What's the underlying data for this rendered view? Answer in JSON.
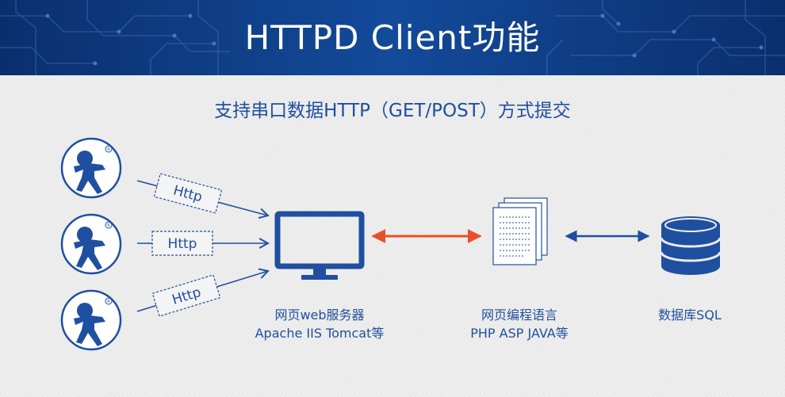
{
  "header": {
    "title": "HTTPD Client功能"
  },
  "subtitle": "支持串口数据HTTP（GET/POST）方式提交",
  "clients": [
    {
      "tag_label": "Http"
    },
    {
      "tag_label": "Http"
    },
    {
      "tag_label": "Http"
    }
  ],
  "client_icon": "registered-mark-person-icon",
  "nodes": {
    "web_server": {
      "line1": "网页web服务器",
      "line2": "Apache IIS Tomcat等"
    },
    "web_language": {
      "line1": "网页编程语言",
      "line2": "PHP ASP JAVA等"
    },
    "database": {
      "line1": "数据库SQL"
    }
  },
  "colors": {
    "banner": "#134a9a",
    "primary_blue": "#1f4fa0",
    "arrow_orange": "#e8502a",
    "background": "#ececec"
  }
}
